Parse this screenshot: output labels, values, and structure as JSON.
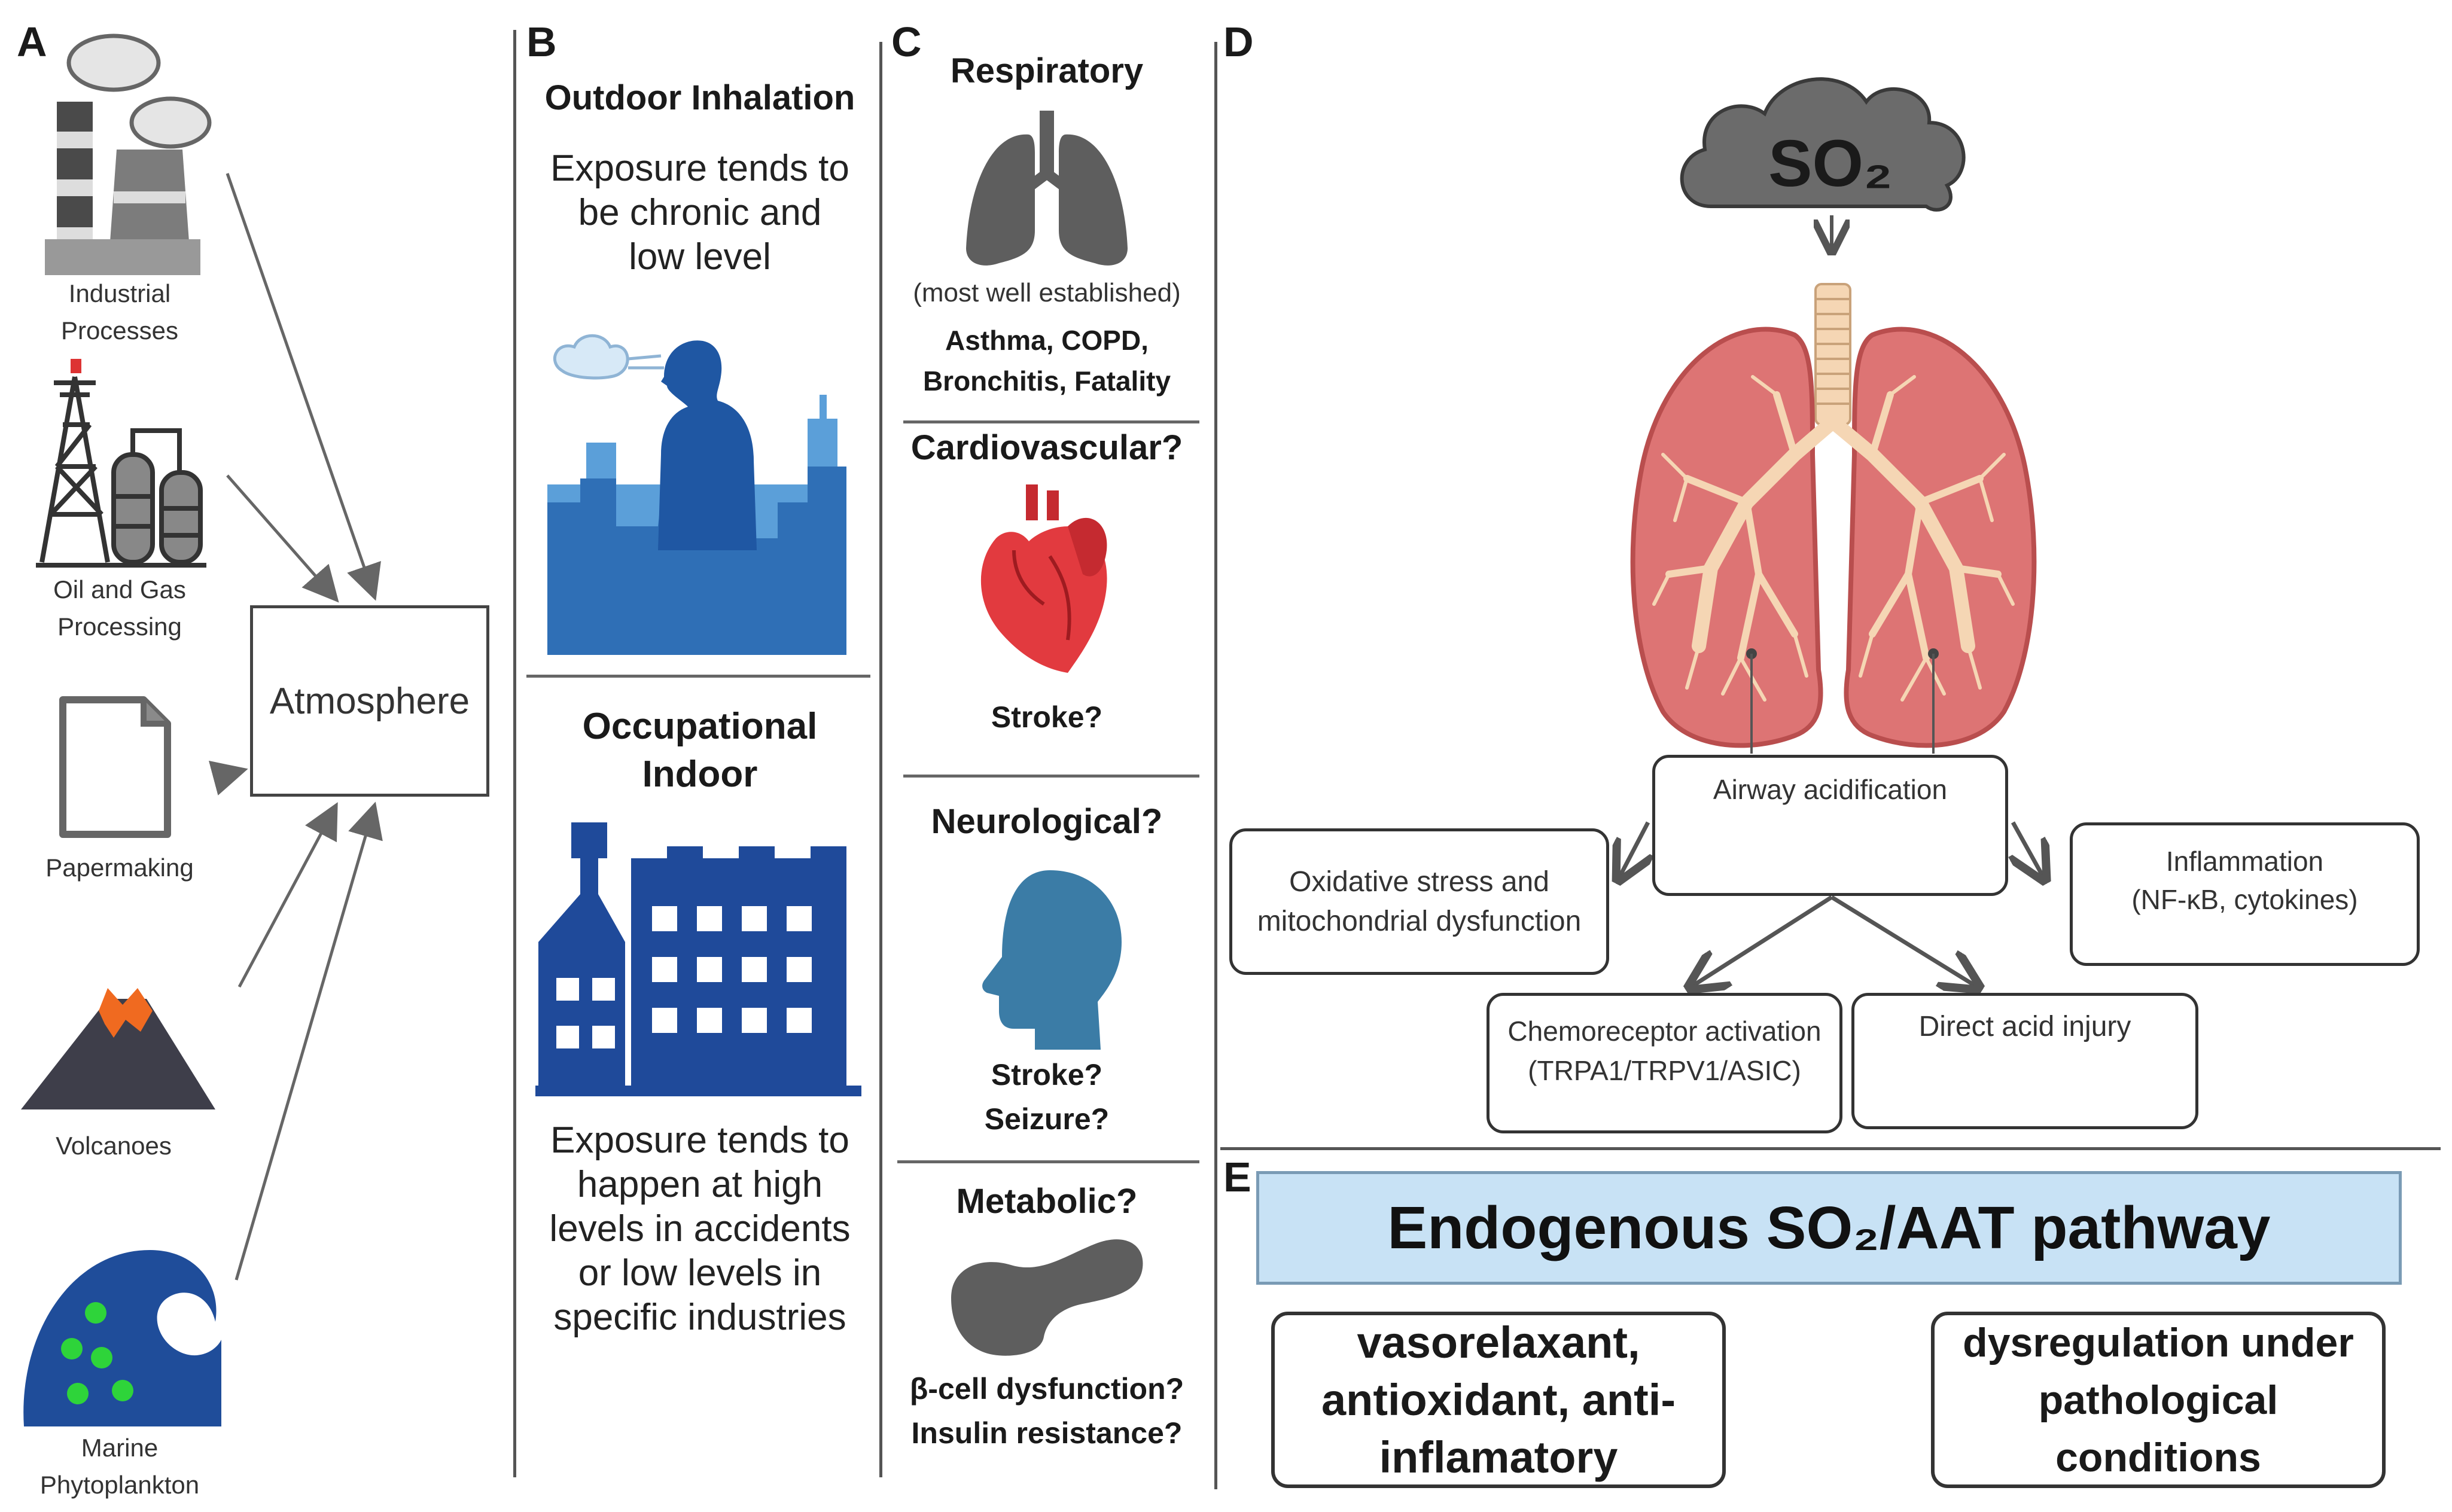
{
  "panel_labels": {
    "a": "A",
    "b": "B",
    "c": "C",
    "d": "D",
    "e": "E"
  },
  "panel_a": {
    "sources": [
      {
        "label": "Industrial\nProcesses",
        "icon": "factory-icon"
      },
      {
        "label": "Oil and Gas\nProcessing",
        "icon": "oil-rig-icon"
      },
      {
        "label": "Papermaking",
        "icon": "paper-icon"
      },
      {
        "label": "Volcanoes",
        "icon": "volcano-icon"
      },
      {
        "label": "Marine\nPhytoplankton",
        "icon": "wave-icon"
      }
    ],
    "sink": "Atmosphere"
  },
  "panel_b": {
    "outdoor_title": "Outdoor Inhalation",
    "outdoor_desc": "Exposure tends to\nbe chronic and\nlow level",
    "indoor_title": "Occupational\nIndoor",
    "indoor_desc": "Exposure tends to\nhappen at high\nlevels in accidents\nor low levels in\nspecific industries"
  },
  "panel_c": {
    "respiratory_title": "Respiratory",
    "respiratory_note": "(most well established)",
    "respiratory_effects": "Asthma, COPD,\nBronchitis, Fatality",
    "cardio_title": "Cardiovascular?",
    "cardio_effects": "Stroke?",
    "neuro_title": "Neurological?",
    "neuro_effects": "Stroke?\nSeizure?",
    "metabolic_title": "Metabolic?",
    "metabolic_effects": "β-cell dysfunction?\nInsulin resistance?"
  },
  "panel_d": {
    "cloud_label": "SO₂",
    "center": "Airway acidification",
    "left": "Oxidative stress and\nmitochondrial dysfunction",
    "right": "Inflammation\n(NF-κB, cytokines)",
    "bottom_left": "Chemoreceptor activation\n(TRPA1/TRPV1/ASIC)",
    "bottom_right": "Direct acid injury"
  },
  "panel_e": {
    "banner": "Endogenous SO₂/AAT pathway",
    "left_box": "vasorelaxant,\nantioxidant, anti-\ninflamatory",
    "right_box": "dysregulation under\npathological conditions"
  },
  "colors": {
    "lung": "#dd7474",
    "lung_edge": "#b94e4e",
    "bronchi": "#f5d6b4",
    "heart": "#e23a3f",
    "head": "#3b7ca6",
    "city_blue": "#2f6fb6",
    "navy": "#1f4a9a",
    "gray_icon": "#5e5e5e",
    "banner": "#c8e2f5",
    "volcano_lava": "#f06a20",
    "plankton": "#2ed43a"
  }
}
